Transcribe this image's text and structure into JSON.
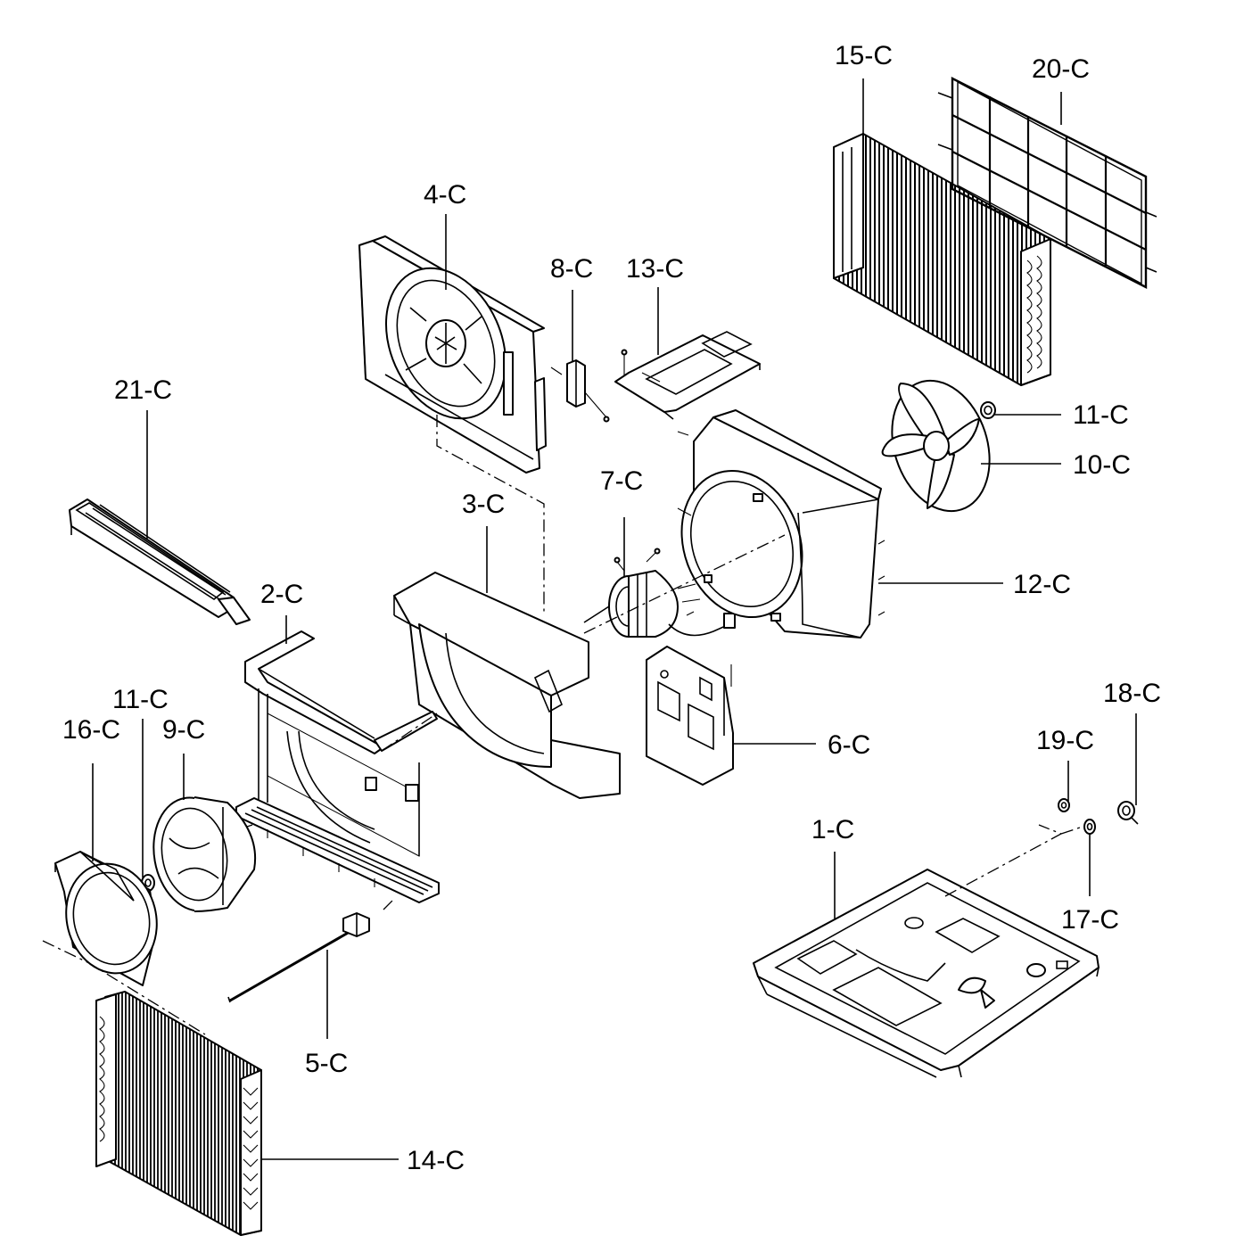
{
  "labels": {
    "p1": "1-C",
    "p2": "2-C",
    "p3": "3-C",
    "p4": "4-C",
    "p5": "5-C",
    "p6": "6-C",
    "p7": "7-C",
    "p8": "8-C",
    "p9": "9-C",
    "p10": "10-C",
    "p11a": "11-C",
    "p11b": "11-C",
    "p12": "12-C",
    "p13": "13-C",
    "p14": "14-C",
    "p15": "15-C",
    "p16": "16-C",
    "p17": "17-C",
    "p18": "18-C",
    "p19": "19-C",
    "p20": "20-C",
    "p21": "21-C"
  }
}
